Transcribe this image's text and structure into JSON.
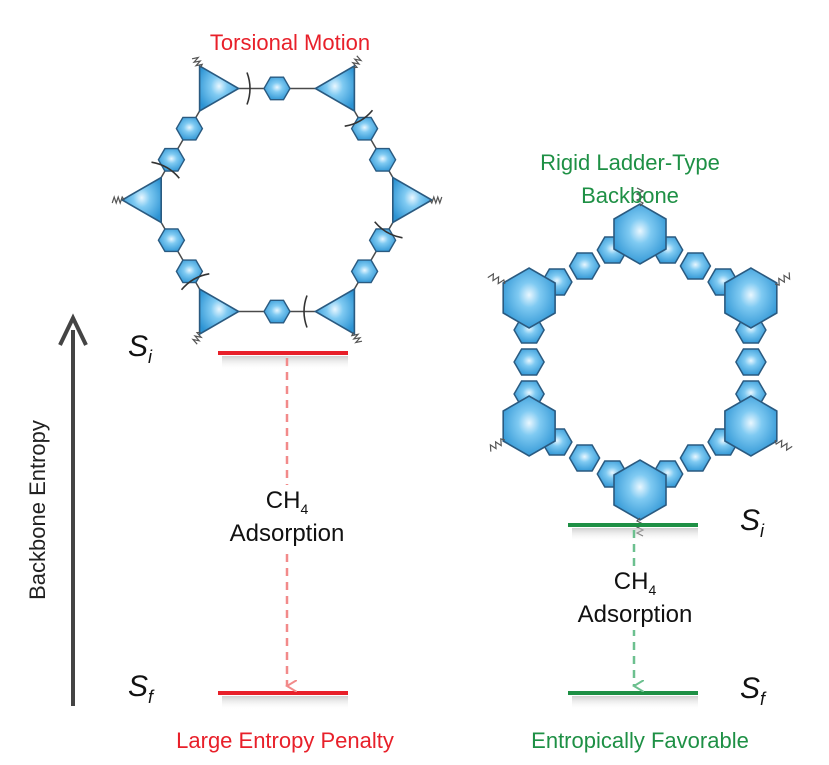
{
  "left": {
    "title": "Torsional Motion",
    "initial_symbol": "S",
    "initial_sub": "i",
    "final_symbol": "S",
    "final_sub": "f",
    "process_main": "CH",
    "process_sub": "4",
    "process_word": "Adsorption",
    "outcome": "Large Entropy Penalty"
  },
  "right": {
    "title_line1": "Rigid Ladder-Type",
    "title_line2": "Backbone",
    "initial_symbol": "S",
    "initial_sub": "i",
    "final_symbol": "S",
    "final_sub": "f",
    "process_main": "CH",
    "process_sub": "4",
    "process_word": "Adsorption",
    "outcome": "Entropically Favorable"
  },
  "axis": {
    "label": "Backbone Entropy"
  },
  "colors": {
    "penalty": "#e8202a",
    "favorable": "#1e9045",
    "hexagon_fill": "#3fa9e0",
    "hexagon_stroke": "#2a5a80",
    "arrow": "#444444"
  }
}
